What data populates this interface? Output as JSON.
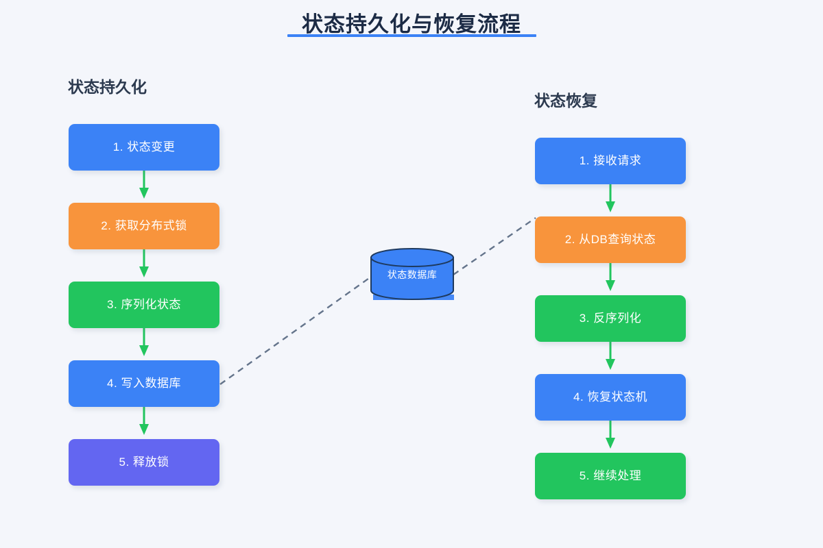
{
  "title": "状态持久化与恢复流程",
  "theme": {
    "background": "#f4f6fb",
    "title_color": "#1c2b45",
    "title_underline": "#3b82f6",
    "header_color": "#2c3a4f",
    "arrow_color": "#22c55e",
    "link_color": "#64748b",
    "blue": "#3b82f6",
    "orange": "#f8943c",
    "green": "#22c55e",
    "purple": "#6366f1",
    "db_stroke": "#1e3a5f"
  },
  "columns": {
    "left": {
      "header": "状态持久化",
      "steps": [
        {
          "label": "1. 状态变更",
          "color": "#3b82f6"
        },
        {
          "label": "2. 获取分布式锁",
          "color": "#f8943c"
        },
        {
          "label": "3. 序列化状态",
          "color": "#22c55e"
        },
        {
          "label": "4. 写入数据库",
          "color": "#3b82f6"
        },
        {
          "label": "5. 释放锁",
          "color": "#6366f1"
        }
      ]
    },
    "right": {
      "header": "状态恢复",
      "steps": [
        {
          "label": "1. 接收请求",
          "color": "#3b82f6"
        },
        {
          "label": "2. 从DB查询状态",
          "color": "#f8943c"
        },
        {
          "label": "3. 反序列化",
          "color": "#22c55e"
        },
        {
          "label": "4. 恢复状态机",
          "color": "#3b82f6"
        },
        {
          "label": "5. 继续处理",
          "color": "#22c55e"
        }
      ]
    }
  },
  "database": {
    "label": "状态数据库",
    "color": "#3b82f6"
  }
}
